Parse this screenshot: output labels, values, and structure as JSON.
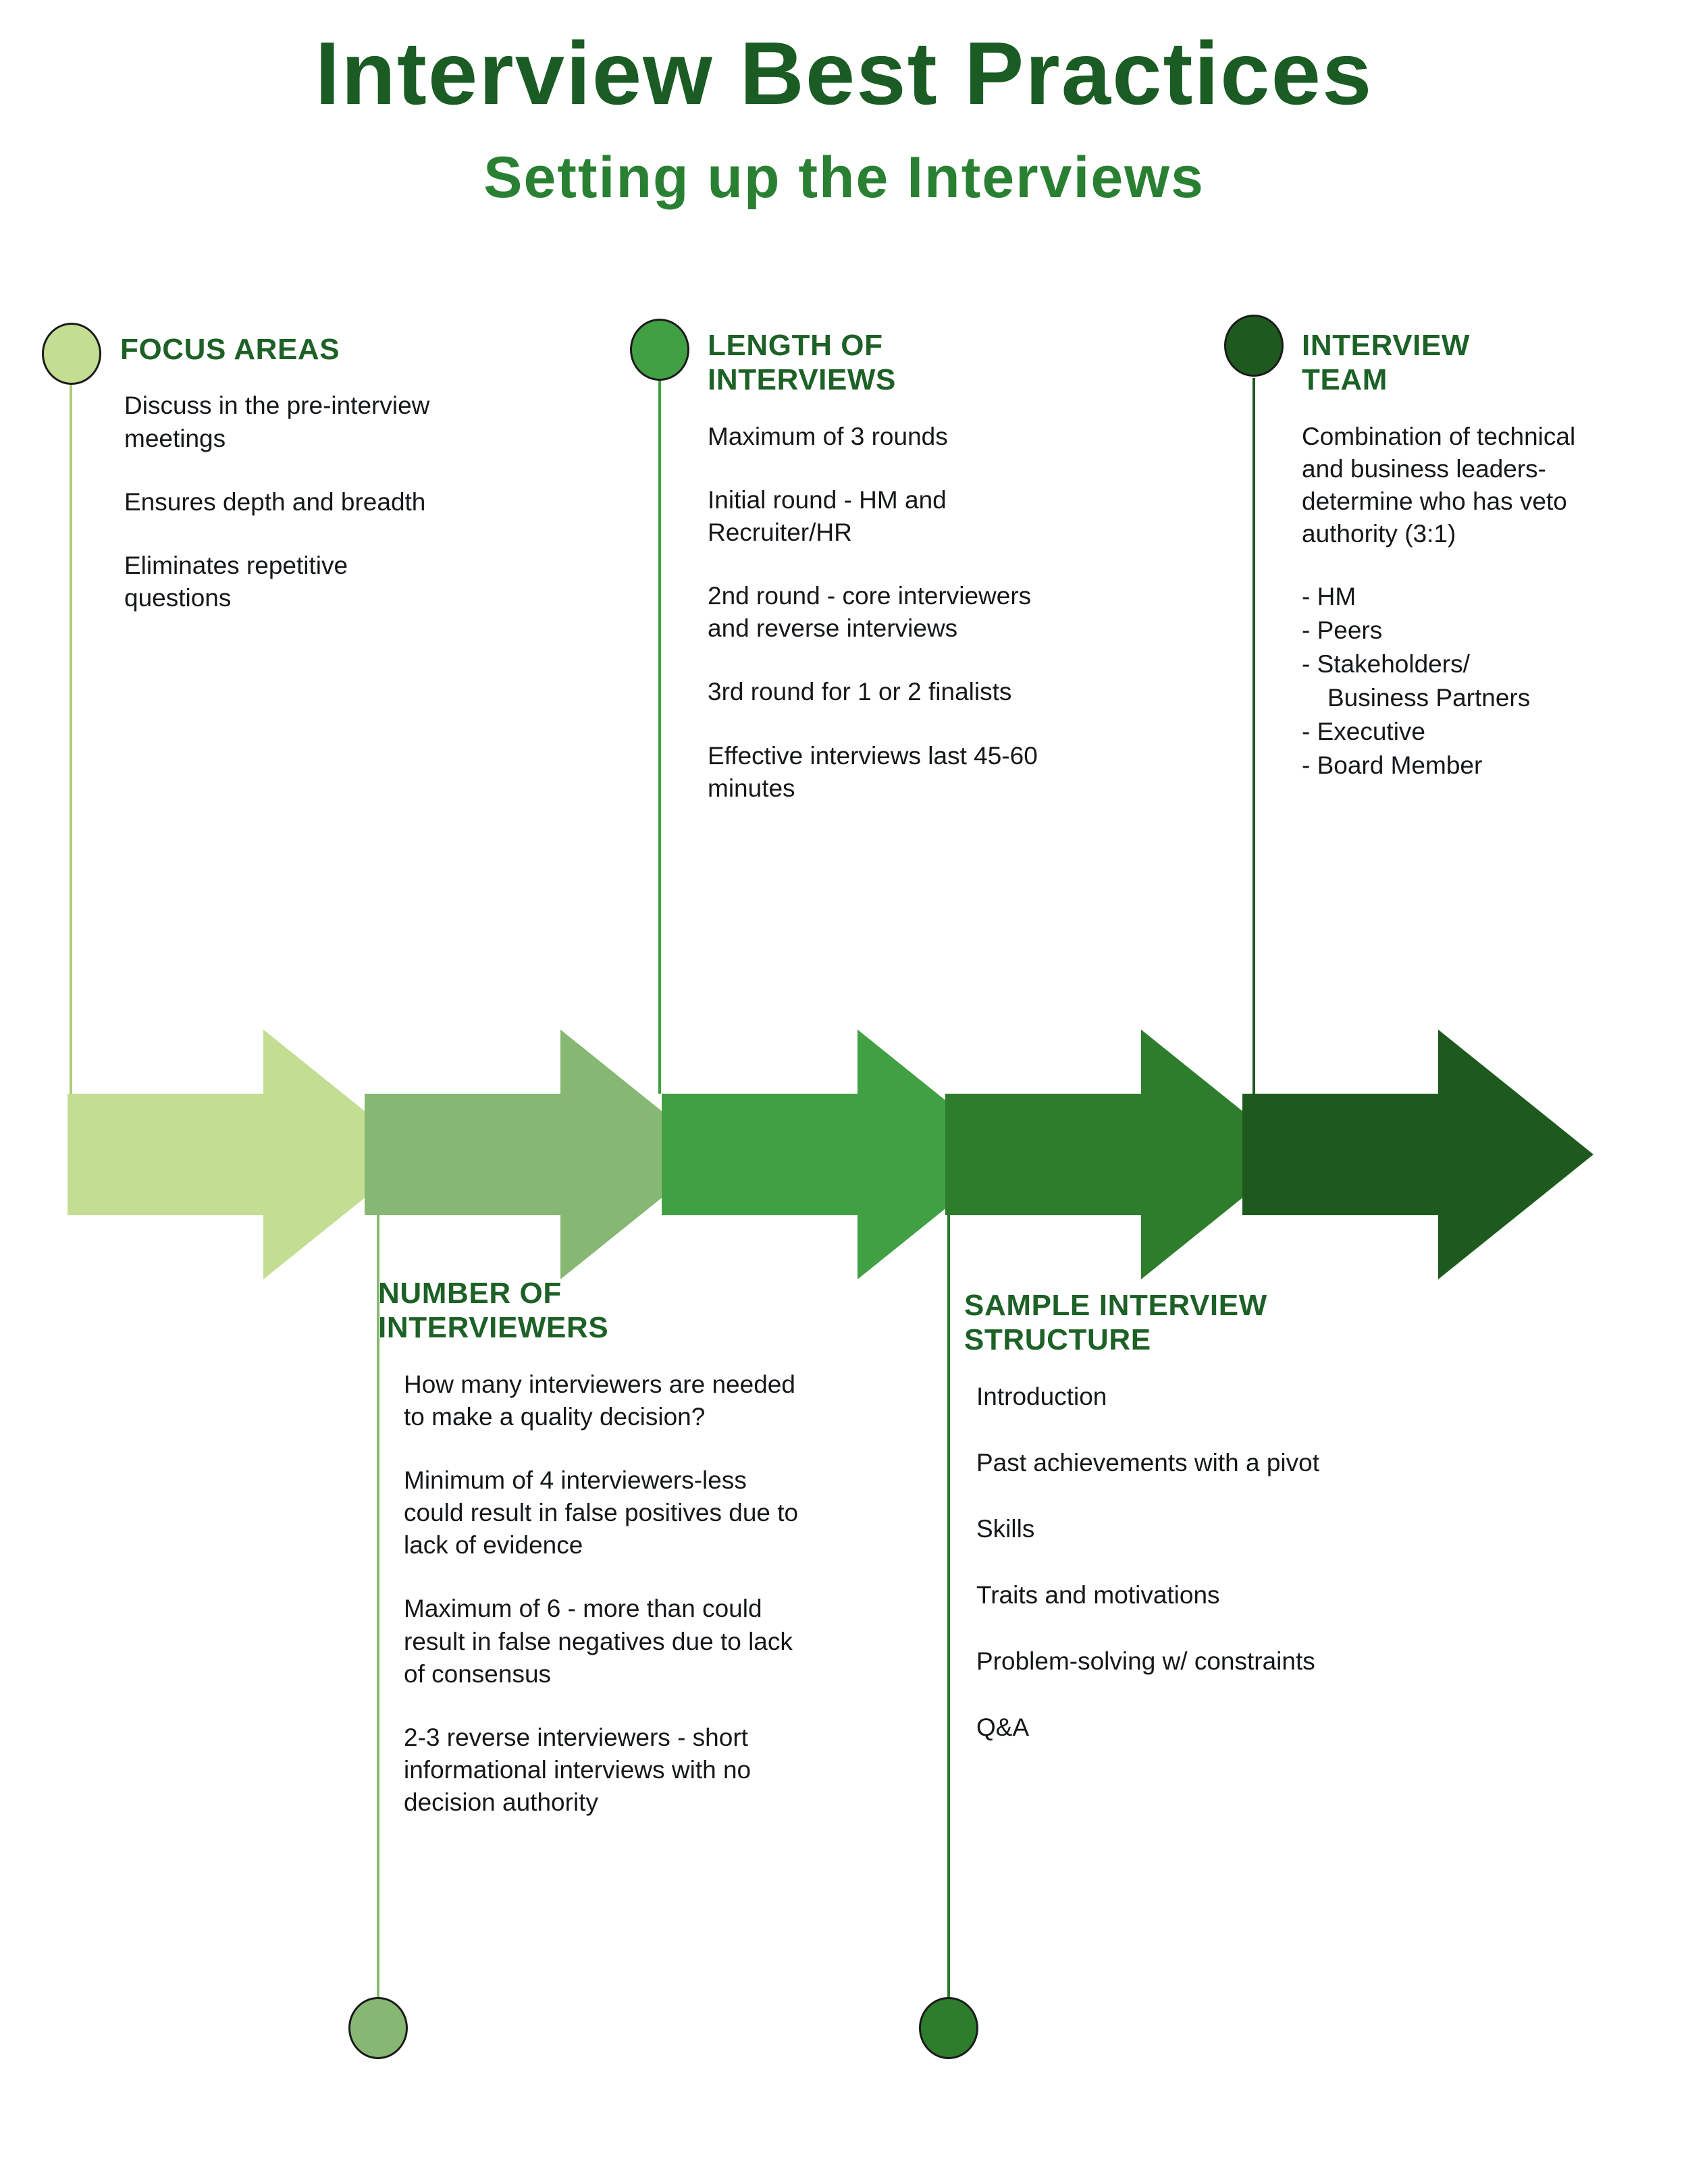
{
  "header": {
    "title": "Interview Best Practices",
    "subtitle": "Setting up the Interviews"
  },
  "colors": {
    "title": "#1a5c24",
    "subtitle": "#2a8032",
    "heading": "#1d6127",
    "body_text": "#15181a",
    "stage_1": "#c3dd92",
    "stage_2": "#87b873",
    "stage_3": "#41a043",
    "stage_4": "#2d7d2d",
    "stage_5": "#1e5a1e"
  },
  "stages": [
    {
      "id": "focus-areas",
      "position": "top",
      "heading": "FOCUS AREAS",
      "color": "#c3dd92",
      "items": [
        "Discuss in the pre-interview meetings",
        "Ensures depth and breadth",
        "Eliminates repetitive questions"
      ]
    },
    {
      "id": "number-of-interviewers",
      "position": "bottom",
      "heading": "NUMBER OF INTERVIEWERS",
      "color": "#87b873",
      "items": [
        "How many interviewers are needed to make a quality decision?",
        "Minimum of 4  interviewers-less could result in false positives due to lack of evidence",
        "Maximum of 6 - more than could result in false negatives due to lack of consensus",
        "2-3 reverse interviewers - short informational interviews with no decision authority"
      ]
    },
    {
      "id": "length-of-interviews",
      "position": "top",
      "heading": "LENGTH OF INTERVIEWS",
      "color": "#41a043",
      "items": [
        "Maximum of 3 rounds",
        "Initial round - HM and Recruiter/HR",
        "2nd round - core interviewers and reverse interviews",
        "3rd round for 1 or 2 finalists",
        "Effective interviews last 45-60 minutes"
      ]
    },
    {
      "id": "sample-interview-structure",
      "position": "bottom",
      "heading": "SAMPLE INTERVIEW STRUCTURE",
      "color": "#2d7d2d",
      "items": [
        "Introduction",
        "Past achievements with a pivot",
        "Skills",
        "Traits and motivations",
        "Problem-solving w/ constraints",
        "Q&A"
      ]
    },
    {
      "id": "interview-team",
      "position": "top",
      "heading": "INTERVIEW TEAM",
      "color": "#1e5a1e",
      "items": [
        "Combination of technical and business leaders-determine who has veto authority (3:1)"
      ],
      "list": [
        "- HM",
        "- Peers",
        "- Stakeholders/",
        "   Business Partners",
        "- Executive",
        "- Board Member"
      ]
    }
  ]
}
